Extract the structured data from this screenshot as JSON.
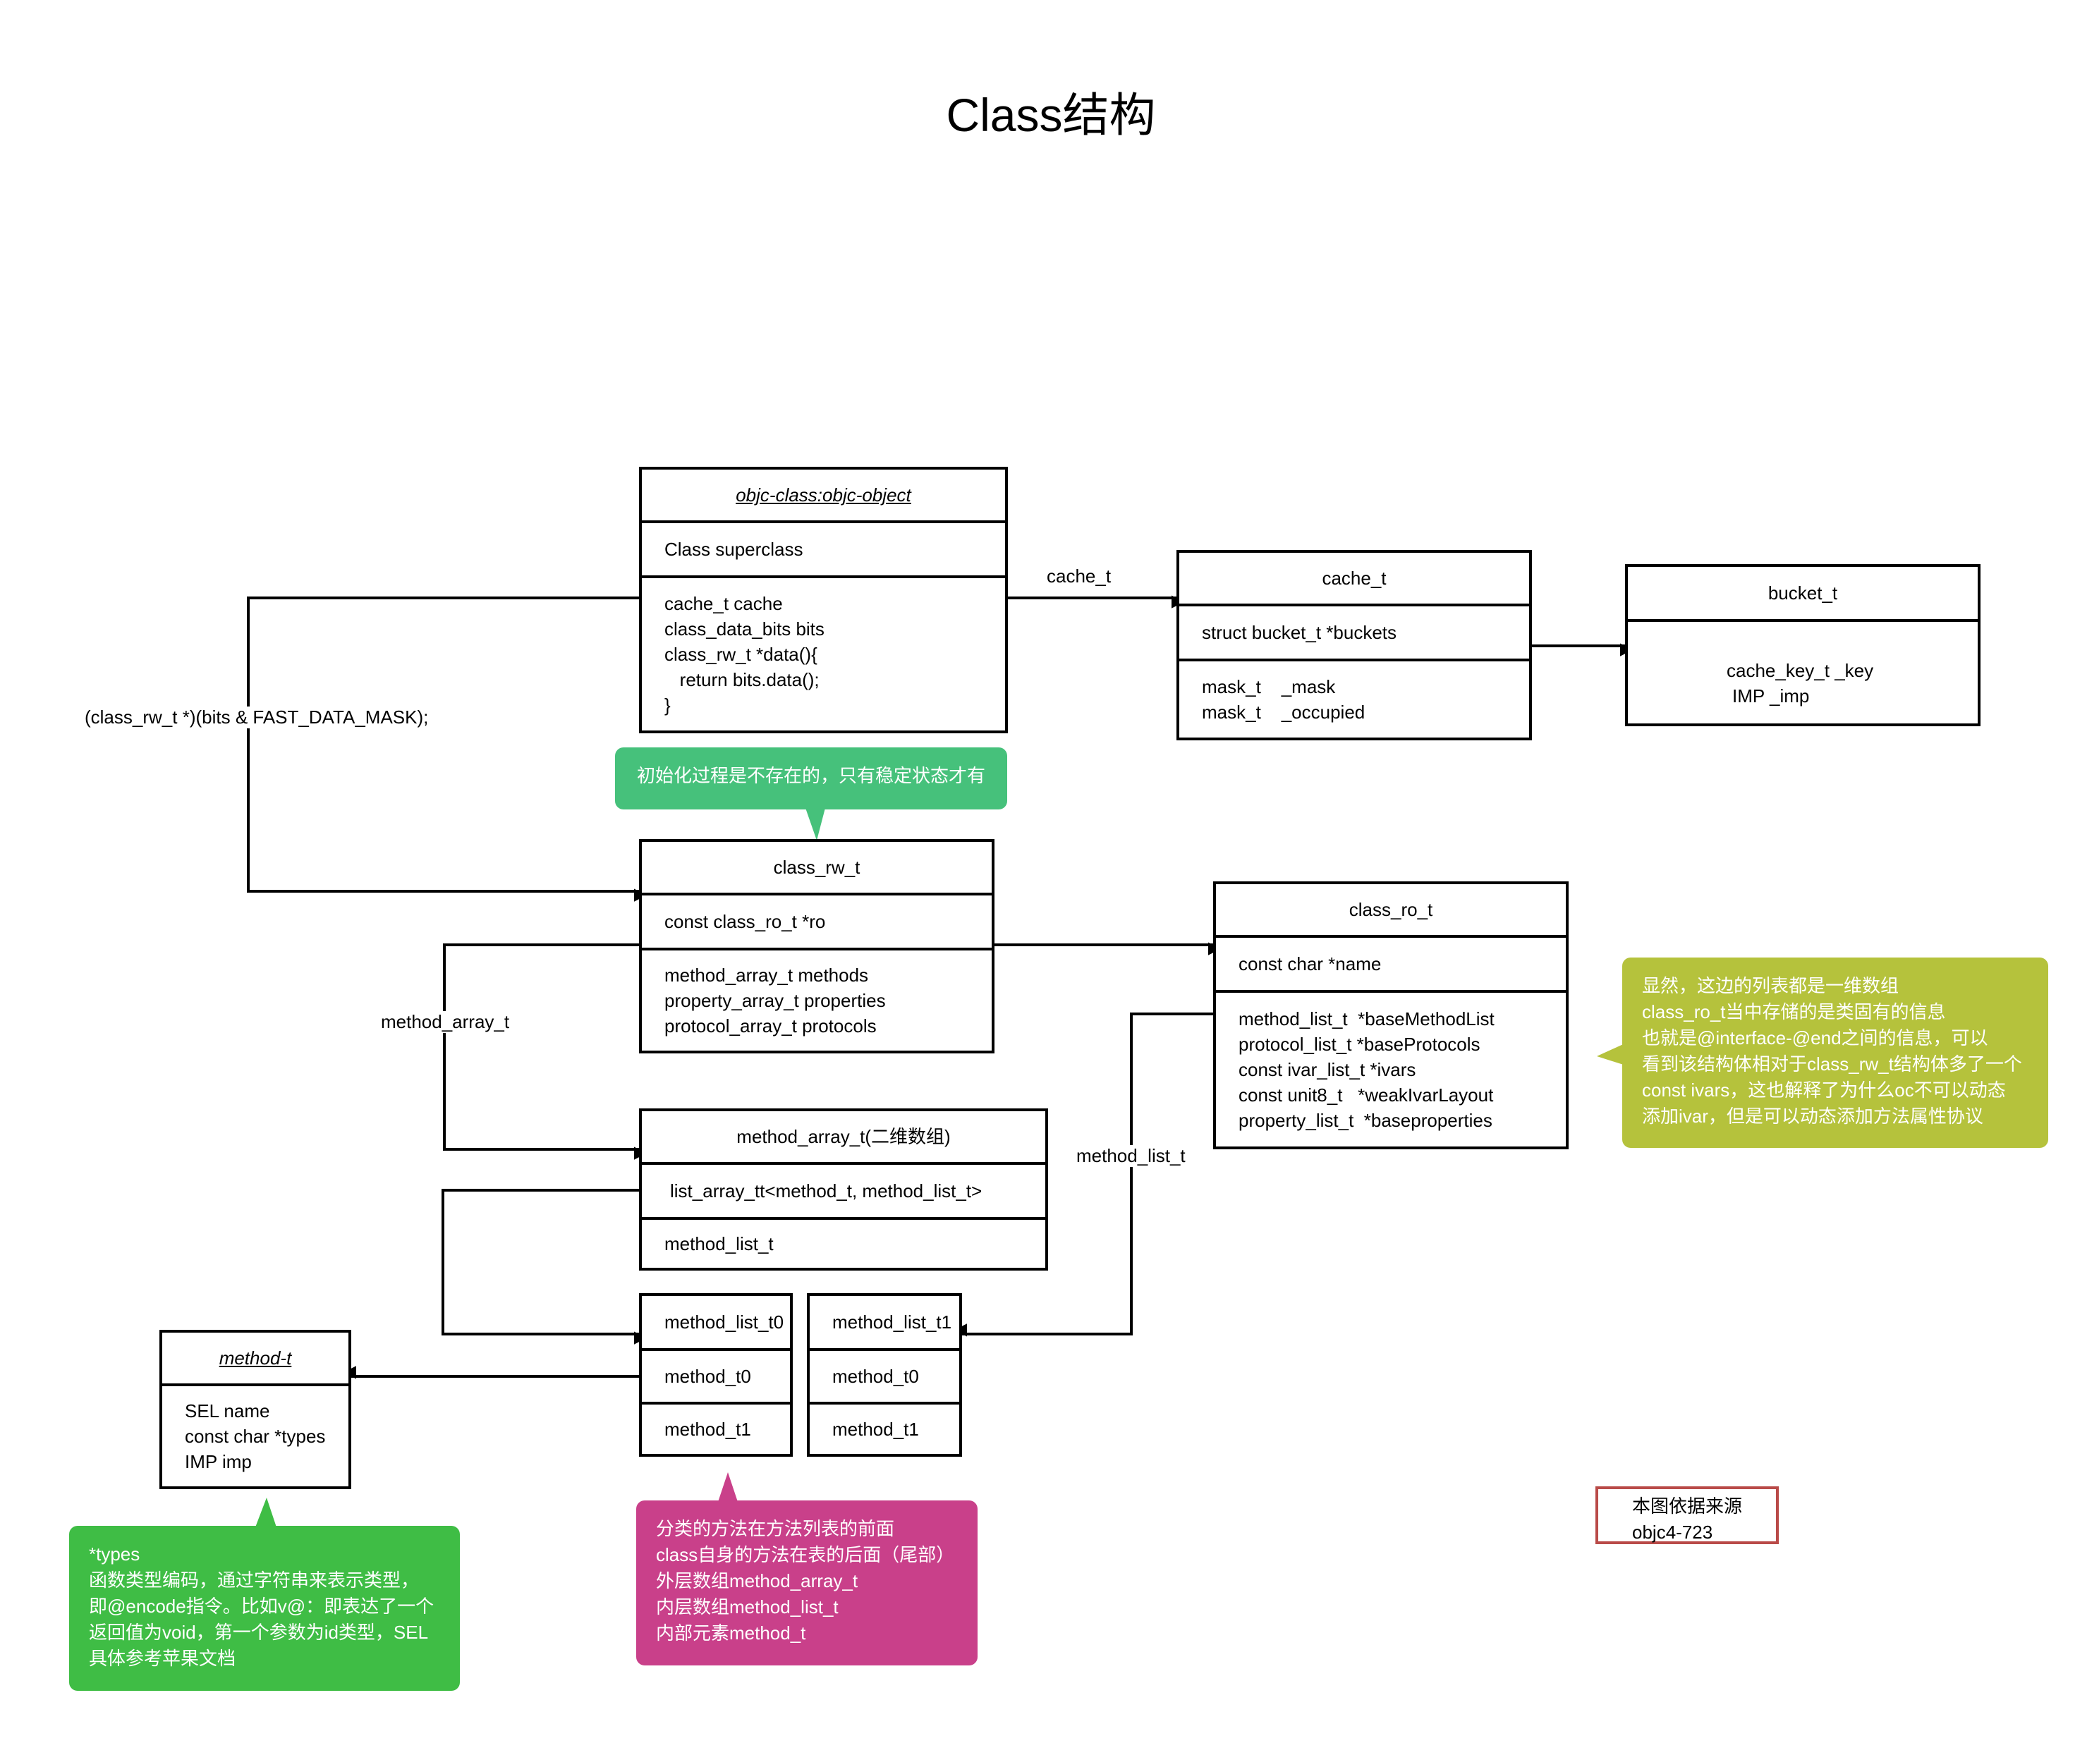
{
  "title": "Class结构",
  "colors": {
    "stroke": "#000000",
    "green_callout": "#46c17b",
    "olive_callout": "#b5c23c",
    "magenta_callout": "#c9408a",
    "bright_green_callout": "#3fbd45",
    "source_border": "#b94a48"
  },
  "boxes": {
    "objc_class": {
      "header": "objc-class:objc-object",
      "row1": "Class superclass",
      "row2": [
        "cache_t cache",
        "class_data_bits bits",
        "class_rw_t *data(){",
        "   return bits.data();",
        "}"
      ]
    },
    "cache_t": {
      "header": "cache_t",
      "row1": "struct bucket_t *buckets",
      "row2": [
        "mask_t    _mask",
        "mask_t    _occupied"
      ]
    },
    "bucket_t": {
      "header": "bucket_t",
      "row1": [
        "cache_key_t _key",
        "IMP _imp"
      ]
    },
    "class_rw_t": {
      "header": "class_rw_t",
      "row1": "const class_ro_t *ro",
      "row2": [
        "method_array_t methods",
        "property_array_t properties",
        "protocol_array_t protocols"
      ]
    },
    "class_ro_t": {
      "header": "class_ro_t",
      "row1": "const char *name",
      "row2": [
        "method_list_t  *baseMethodList",
        "protocol_list_t *baseProtocols",
        "const ivar_list_t *ivars",
        "const unit8_t   *weakIvarLayout",
        "property_list_t  *baseproperties"
      ]
    },
    "method_array_t": {
      "header": "method_array_t(二维数组)",
      "row1": "list_array_tt<method_t, method_list_t>",
      "row2": "method_list_t"
    },
    "method_list_t0": {
      "header": "method_list_t0",
      "row1": "method_t0",
      "row2": "method_t1"
    },
    "method_list_t1": {
      "header": "method_list_t1",
      "row1": "method_t0",
      "row2": "method_t1"
    },
    "method_t": {
      "header": "method-t",
      "row1": [
        "SEL name",
        "const char *types",
        "IMP imp"
      ]
    }
  },
  "edge_labels": {
    "cache_t": "cache_t",
    "data_mask": "(class_rw_t *)(bits & FAST_DATA_MASK);",
    "method_array_t": "method_array_t",
    "method_list_t": "method_list_t"
  },
  "callouts": {
    "init_note": [
      "初始化过程是不存在的，只有稳定状态才有"
    ],
    "ro_note": [
      "显然，这边的列表都是一维数组",
      "class_ro_t当中存储的是类固有的信息",
      "也就是@interface-@end之间的信息，可以",
      "看到该结构体相对于class_rw_t结构体多了一个",
      "const ivars，这也解释了为什么oc不可以动态",
      "添加ivar，但是可以动态添加方法属性协议"
    ],
    "category_note": [
      "分类的方法在方法列表的前面",
      "class自身的方法在表的后面（尾部）",
      "外层数组method_array_t",
      "内层数组method_list_t",
      "内部元素method_t"
    ],
    "types_note": [
      "*types",
      "函数类型编码，通过字符串来表示类型，",
      "即@encode指令。比如v@：即表达了一个",
      "返回值为void，第一个参数为id类型，SEL",
      "具体参考苹果文档"
    ]
  },
  "source": [
    "本图依据来源",
    "objc4-723"
  ]
}
